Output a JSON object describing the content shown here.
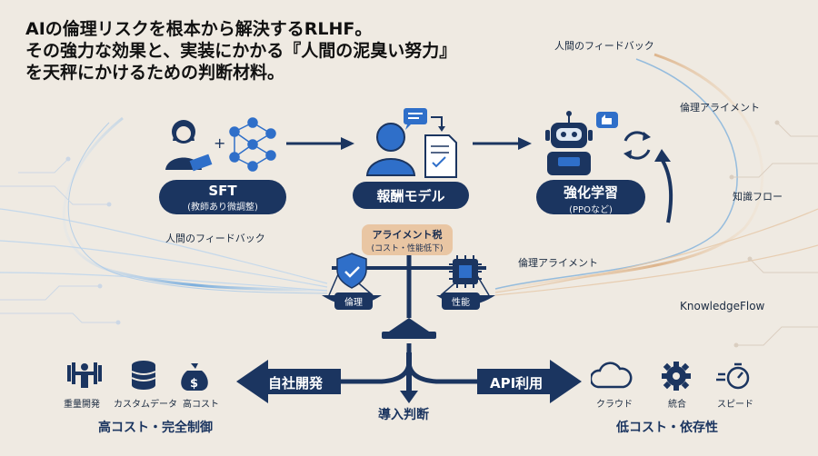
{
  "title": {
    "line1": "AIの倫理リスクを根本から解決するRLHF。",
    "line2": "その強力な効果と、実装にかかる『人間の泥臭い努力』",
    "line3": "を天秤にかけるための判断材料。"
  },
  "flow_labels": {
    "human_feedback_top": "人間のフィードバック",
    "ethics_alignment_top": "倫理アライメント",
    "knowledge_flow_jp": "知識フロー",
    "human_feedback_left": "人間のフィードバック",
    "ethics_alignment_mid": "倫理アライメント",
    "knowledge_flow_en": "KnowledgeFlow"
  },
  "stages": {
    "sft": {
      "label": "SFT",
      "sub": "(教師あり微調整)"
    },
    "reward": {
      "label": "報酬モデル"
    },
    "rl": {
      "label": "強化学習",
      "sub": "(PPOなど)"
    }
  },
  "scale": {
    "tax_title": "アライメント税",
    "tax_sub": "(コスト・性能低下)",
    "left_tag": "倫理",
    "right_tag": "性能"
  },
  "decision": {
    "center_label": "導入判断",
    "left_arrow": "自社開発",
    "right_arrow": "API利用",
    "left_icons": [
      "重量開発",
      "カスタムデータ",
      "高コスト"
    ],
    "right_icons": [
      "クラウド",
      "統合",
      "スピード"
    ],
    "left_summary": "高コスト・完全制御",
    "right_summary": "低コスト・依存性"
  },
  "colors": {
    "navy": "#1b3560",
    "blue": "#2f6fc9",
    "tax": "#e9c6a3",
    "background": "#efeae2"
  }
}
